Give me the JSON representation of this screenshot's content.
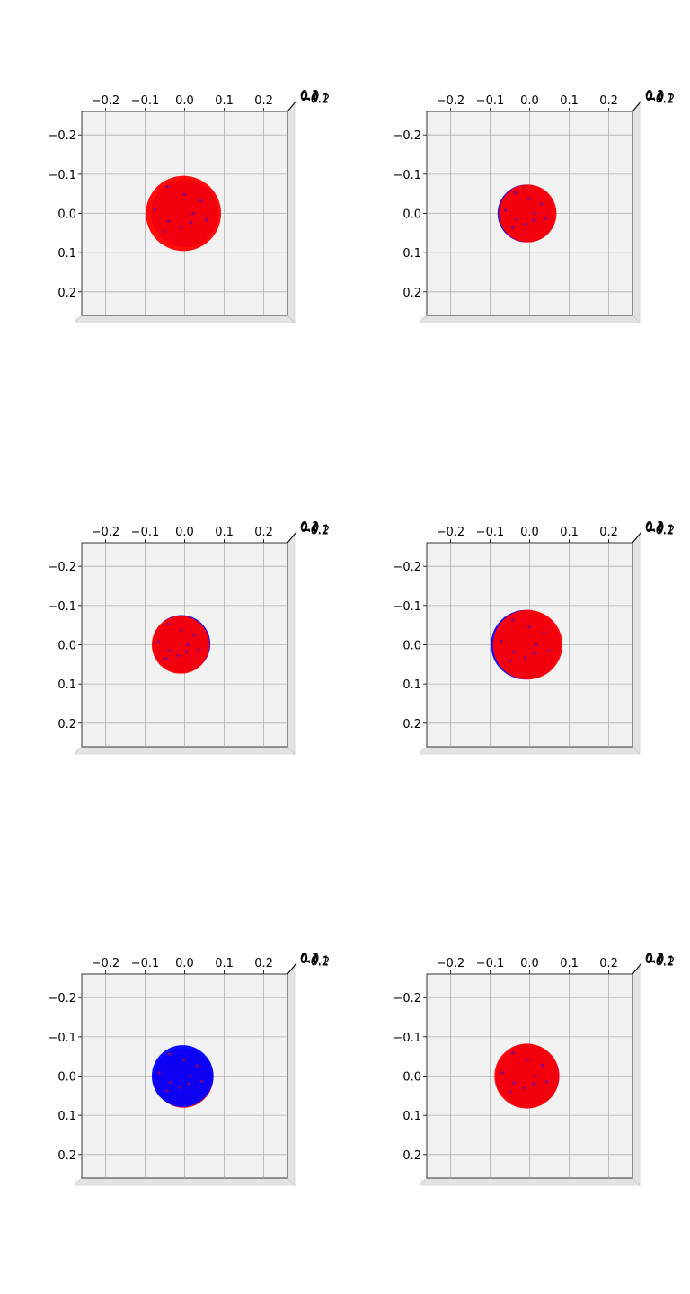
{
  "chart_data": [
    {
      "type": "scatter",
      "projection": "3d-top-view",
      "x_ticks": [
        "−0.2",
        "−0.1",
        "0.0",
        "0.1",
        "0.2"
      ],
      "y_ticks": [
        "−0.2",
        "−0.1",
        "0.0",
        "0.1",
        "0.2"
      ],
      "z_ticks": [
        "0.2",
        "0.1",
        "0.0",
        "−0.1",
        "−0.2"
      ],
      "xlim": [
        -0.26,
        0.26
      ],
      "ylim": [
        -0.26,
        0.26
      ],
      "grid": true,
      "series": [
        {
          "color": "#0000ff",
          "center": [
            0.0,
            0.0
          ],
          "radius": 0.085
        },
        {
          "color": "#ff0000",
          "center": [
            -0.003,
            0.0
          ],
          "radius": 0.095
        }
      ]
    },
    {
      "type": "scatter",
      "projection": "3d-top-view",
      "x_ticks": [
        "−0.2",
        "−0.1",
        "0.0",
        "0.1",
        "0.2"
      ],
      "y_ticks": [
        "−0.2",
        "−0.1",
        "0.0",
        "0.1",
        "0.2"
      ],
      "z_ticks": [
        "0.2",
        "0.1",
        "0.0",
        "−0.1",
        "−0.2"
      ],
      "xlim": [
        -0.26,
        0.26
      ],
      "ylim": [
        -0.26,
        0.26
      ],
      "grid": true,
      "series": [
        {
          "color": "#0000ff",
          "center": [
            -0.008,
            0.0
          ],
          "radius": 0.073
        },
        {
          "color": "#ff0000",
          "center": [
            -0.005,
            0.0
          ],
          "radius": 0.073
        }
      ]
    },
    {
      "type": "scatter",
      "projection": "3d-top-view",
      "x_ticks": [
        "−0.2",
        "−0.1",
        "0.0",
        "0.1",
        "0.2"
      ],
      "y_ticks": [
        "−0.2",
        "−0.1",
        "0.0",
        "0.1",
        "0.2"
      ],
      "z_ticks": [
        "0.2",
        "0.1",
        "0.0",
        "−0.1",
        "−0.2"
      ],
      "xlim": [
        -0.26,
        0.26
      ],
      "ylim": [
        -0.26,
        0.26
      ],
      "grid": true,
      "series": [
        {
          "color": "#0000ff",
          "center": [
            -0.008,
            -0.002
          ],
          "radius": 0.073
        },
        {
          "color": "#ff0000",
          "center": [
            -0.01,
            0.0
          ],
          "radius": 0.073
        }
      ]
    },
    {
      "type": "scatter",
      "projection": "3d-top-view",
      "x_ticks": [
        "−0.2",
        "−0.1",
        "0.0",
        "0.1",
        "0.2"
      ],
      "y_ticks": [
        "−0.2",
        "−0.1",
        "0.0",
        "0.1",
        "0.2"
      ],
      "z_ticks": [
        "0.2",
        "0.1",
        "0.0",
        "−0.1",
        "−0.2"
      ],
      "xlim": [
        -0.26,
        0.26
      ],
      "ylim": [
        -0.26,
        0.26
      ],
      "grid": true,
      "series": [
        {
          "color": "#0000ff",
          "center": [
            -0.01,
            0.0
          ],
          "radius": 0.088
        },
        {
          "color": "#ff0000",
          "center": [
            -0.005,
            0.0
          ],
          "radius": 0.088
        }
      ]
    },
    {
      "type": "scatter",
      "projection": "3d-top-view",
      "x_ticks": [
        "−0.2",
        "−0.1",
        "0.0",
        "0.1",
        "0.2"
      ],
      "y_ticks": [
        "−0.2",
        "−0.1",
        "0.0",
        "0.1",
        "0.2"
      ],
      "z_ticks": [
        "0.2",
        "0.1",
        "0.0",
        "−0.1",
        "−0.2"
      ],
      "xlim": [
        -0.26,
        0.26
      ],
      "ylim": [
        -0.26,
        0.26
      ],
      "grid": true,
      "series": [
        {
          "color": "#ff0000",
          "center": [
            -0.003,
            0.005
          ],
          "radius": 0.075
        },
        {
          "color": "#0000ff",
          "center": [
            -0.005,
            0.0
          ],
          "radius": 0.078
        }
      ]
    },
    {
      "type": "scatter",
      "projection": "3d-top-view",
      "x_ticks": [
        "−0.2",
        "−0.1",
        "0.0",
        "0.1",
        "0.2"
      ],
      "y_ticks": [
        "−0.2",
        "−0.1",
        "0.0",
        "0.1",
        "0.2"
      ],
      "z_ticks": [
        "0.2",
        "0.1",
        "0.0",
        "−0.1",
        "−0.2"
      ],
      "xlim": [
        -0.26,
        0.26
      ],
      "ylim": [
        -0.26,
        0.26
      ],
      "grid": true,
      "series": [
        {
          "color": "#0000ff",
          "center": [
            -0.005,
            0.0
          ],
          "radius": 0.08
        },
        {
          "color": "#ff0000",
          "center": [
            -0.007,
            0.0
          ],
          "radius": 0.082
        }
      ]
    }
  ]
}
